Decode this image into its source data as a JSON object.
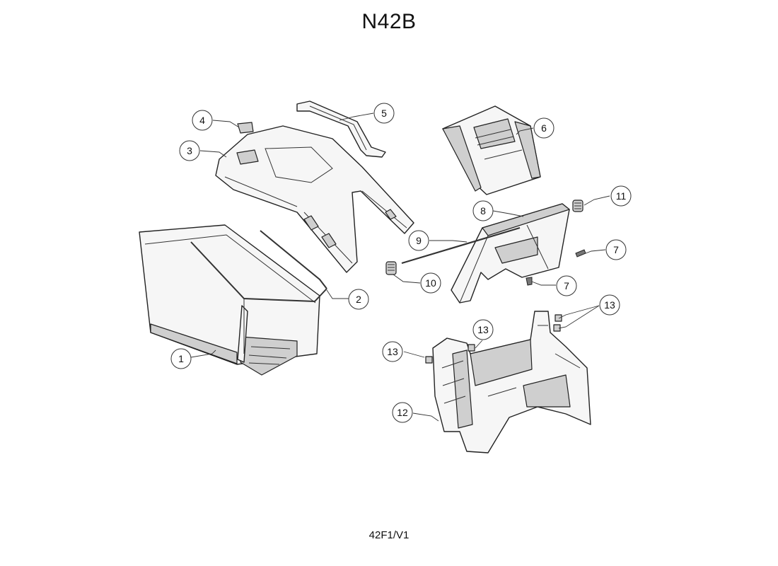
{
  "diagram": {
    "title": "N42B",
    "code": "42F1/V1",
    "callouts": [
      "1",
      "2",
      "3",
      "4",
      "5",
      "6",
      "7",
      "7",
      "8",
      "9",
      "10",
      "11",
      "12",
      "13",
      "13",
      "13"
    ]
  }
}
